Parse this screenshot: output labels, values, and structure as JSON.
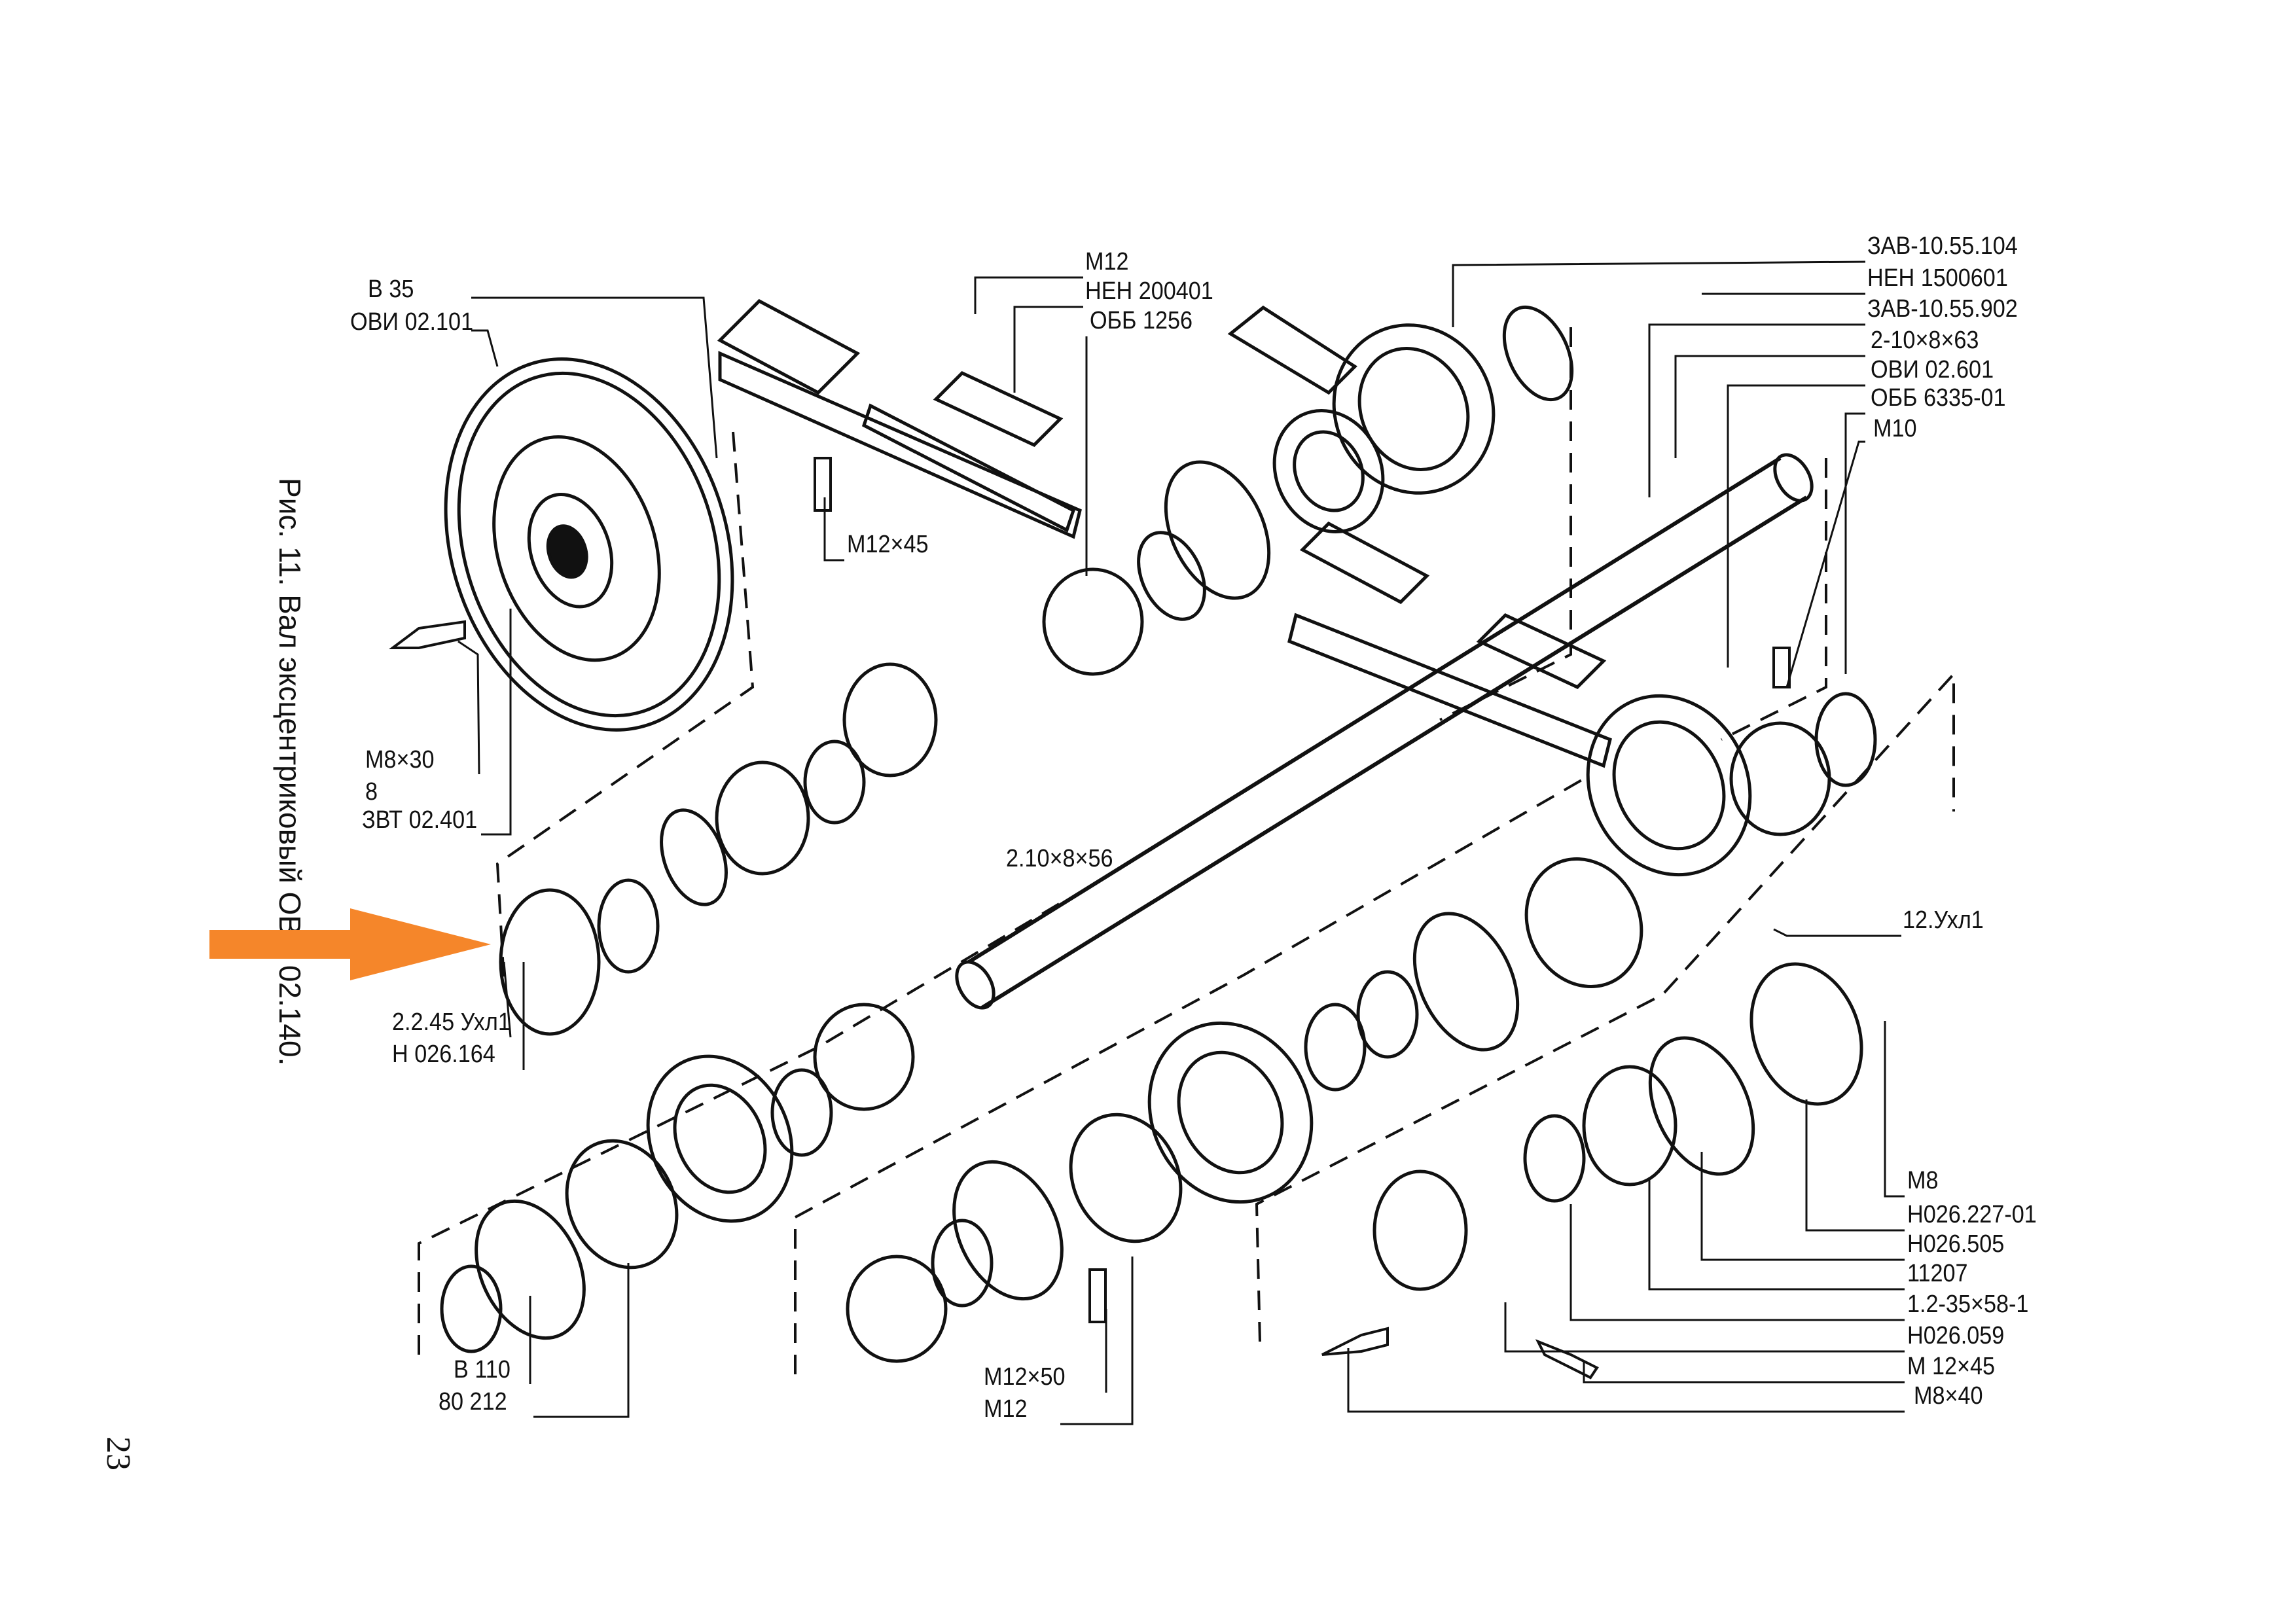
{
  "caption": "Рис. 11. Вал эксцентриковый ОВИ 02.140.",
  "page_number": "23",
  "highlight_color": "#F5862A",
  "labels": {
    "top_left": [
      "В 35",
      "ОВИ 02.101"
    ],
    "top_center": [
      "М12",
      "НЕН 200401",
      "ОББ 1256"
    ],
    "bolt_top": "М12×45",
    "left_mid": [
      "М8×30",
      "8",
      "ЗВТ 02.401"
    ],
    "key_center": "2.10×8×56",
    "left_lower": [
      "2.2.45 Ухл1",
      "Н 026.164"
    ],
    "grease_right": "12.Ухл1",
    "top_right": [
      "ЗАВ-10.55.104",
      "НЕН 1500601",
      "ЗАВ-10.55.902",
      "2-10×8×63",
      "ОВИ 02.601",
      "ОББ 6335-01",
      "М10"
    ],
    "bottom_right": [
      "М8",
      "Н026.227-01",
      "Н026.505",
      "11207",
      "1.2-35×58-1",
      "Н026.059",
      "М 12×45",
      "М8×40"
    ],
    "bottom_left": [
      "В 110",
      "80 212"
    ],
    "bottom_center": [
      "М12×50",
      "М12"
    ]
  }
}
